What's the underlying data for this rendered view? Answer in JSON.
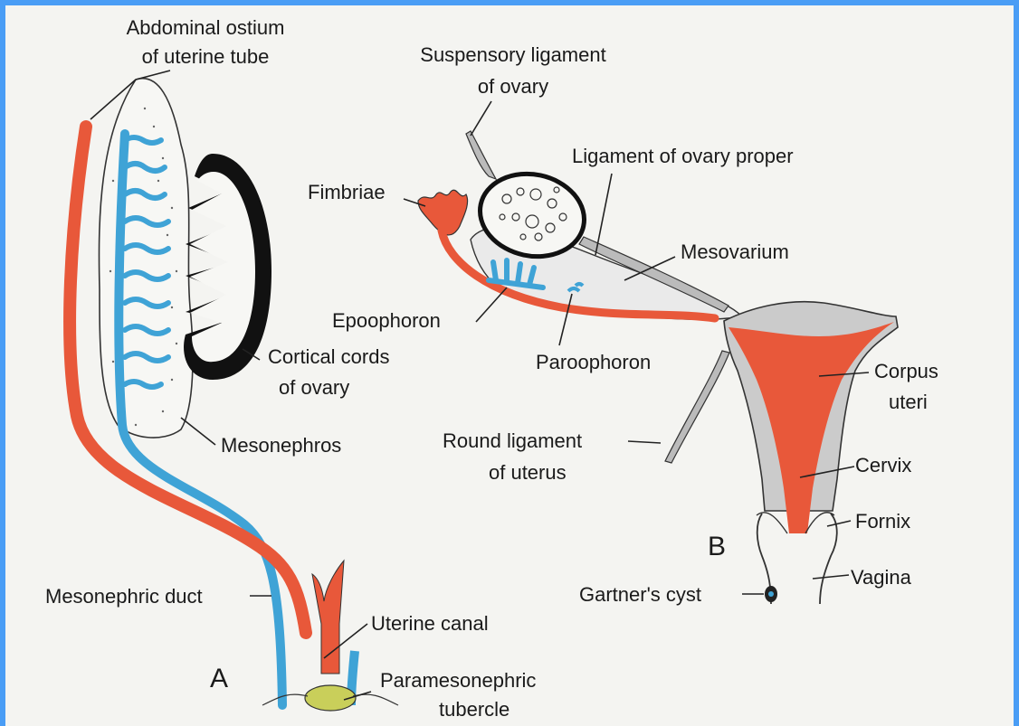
{
  "panel_a": {
    "letter": "A",
    "labels": {
      "abdominal_ostium_line1": "Abdominal ostium",
      "abdominal_ostium_line2": "of uterine tube",
      "cortical_cords_line1": "Cortical cords",
      "cortical_cords_line2": "of ovary",
      "mesonephros": "Mesonephros",
      "mesonephric_duct": "Mesonephric duct",
      "uterine_canal": "Uterine canal",
      "paramesonephric_tubercle_line1": "Paramesonephric",
      "paramesonephric_tubercle_line2": "tubercle"
    }
  },
  "panel_b": {
    "letter": "B",
    "labels": {
      "suspensory_ligament_line1": "Suspensory ligament",
      "suspensory_ligament_line2": "of ovary",
      "ligament_ovary_proper": "Ligament of ovary proper",
      "fimbriae": "Fimbriae",
      "mesovarium": "Mesovarium",
      "epoophoron": "Epoophoron",
      "paroophoron": "Paroophoron",
      "round_ligament_line1": "Round ligament",
      "round_ligament_line2": "of uterus",
      "corpus_uteri_line1": "Corpus",
      "corpus_uteri_line2": "uteri",
      "cervix": "Cervix",
      "fornix": "Fornix",
      "vagina": "Vagina",
      "gartners_cyst": "Gartner's cyst"
    }
  },
  "colors": {
    "paramesonephric": "#e8583a",
    "mesonephric": "#3fa3d6",
    "tissue_gray": "#c8c8c8",
    "tubercle": "#c9cf5a",
    "border_blue": "#4a9df5"
  }
}
